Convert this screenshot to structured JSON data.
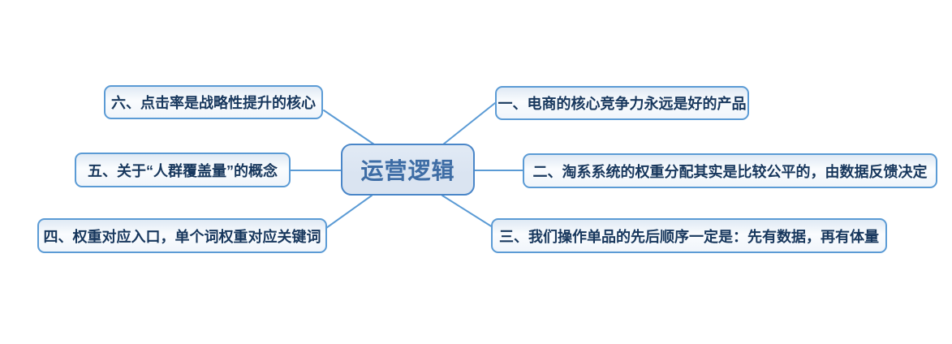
{
  "diagram": {
    "type": "mindmap",
    "central": {
      "label": "运营逻辑"
    },
    "branches": [
      {
        "position": "top-right",
        "label": "一、电商的核心竞争力永远是好的产品"
      },
      {
        "position": "middle-right",
        "label": "二、淘系系统的权重分配其实是比较公平的，由数据反馈决定"
      },
      {
        "position": "bottom-right",
        "label": "三、我们操作单品的先后顺序一定是：先有数据，再有体量"
      },
      {
        "position": "bottom-left",
        "label": "四、权重对应入口，单个词权重对应关键词"
      },
      {
        "position": "middle-left",
        "label": "五、关于“人群覆盖量”的概念"
      },
      {
        "position": "top-left",
        "label": "六、点击率是战略性提升的核心"
      }
    ],
    "colors": {
      "canvas_bg": "#ffffff",
      "central_fill": "#dae4f1",
      "central_border": "#4a86c8",
      "central_text": "#3e6da5",
      "branch_fill": "#f0f5fb",
      "branch_border": "#5b9bd5",
      "branch_text": "#17375d",
      "connector": "#5b9bd5"
    }
  }
}
